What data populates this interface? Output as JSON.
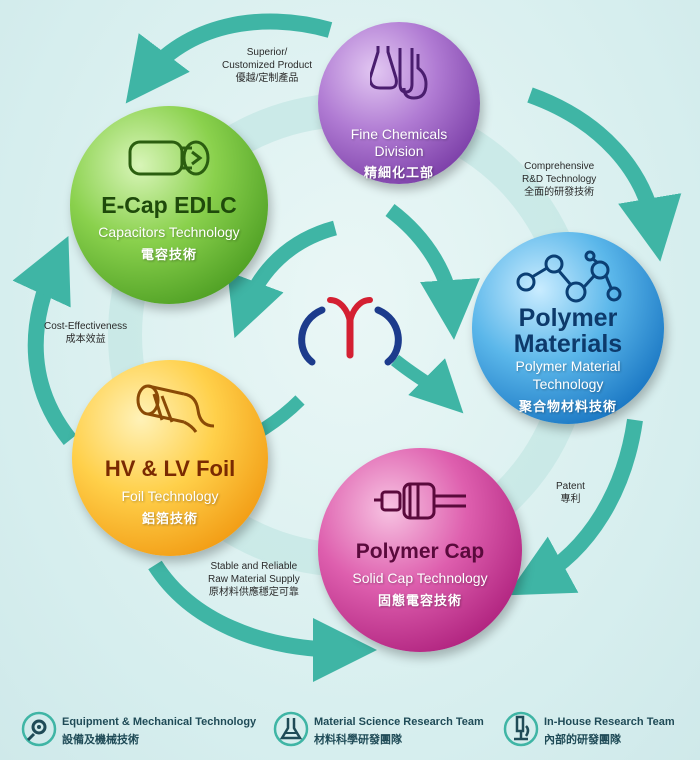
{
  "center": {
    "logo_name": "company-logo"
  },
  "nodes": {
    "fine_chemicals": {
      "line1": "Fine Chemicals",
      "line2": "Division",
      "zh": "精細化工部",
      "icon": "flask-icon",
      "color": "#8e55b8"
    },
    "polymer_materials": {
      "title_line1": "Polymer",
      "title_line2": "Materials",
      "sub_line1": "Polymer Material",
      "sub_line2": "Technology",
      "zh": "聚合物材料技術",
      "icon": "molecule-icon",
      "color": "#1f86d0"
    },
    "polymer_cap": {
      "title": "Polymer Cap",
      "sub": "Solid Cap Technology",
      "zh": "固態電容技術",
      "icon": "capacitor-icon",
      "color": "#c0308f"
    },
    "foil": {
      "title": "HV & LV Foil",
      "sub": "Foil Technology",
      "zh": "鋁箔技術",
      "icon": "foil-roll-icon",
      "color": "#f0a020"
    },
    "ecap": {
      "title": "E-Cap EDLC",
      "sub": "Capacitors Technology",
      "zh": "電容技術",
      "icon": "battery-icon",
      "color": "#62b62f"
    }
  },
  "annotations": {
    "superior": {
      "line1": "Superior/",
      "line2": "Customized Product",
      "zh": "優越/定制產品"
    },
    "comprehensive": {
      "line1": "Comprehensive",
      "line2": "R&D Technology",
      "zh": "全面的研發技術"
    },
    "cost": {
      "line1": "Cost-Effectiveness",
      "zh": "成本效益"
    },
    "patent": {
      "line1": "Patent",
      "zh": "專利"
    },
    "stable": {
      "line1": "Stable and Reliable",
      "line2": "Raw Material Supply",
      "zh": "原材料供應穩定可靠"
    }
  },
  "footer": [
    {
      "icon": "gear-wrench-icon",
      "en": "Equipment & Mechanical Technology",
      "zh": "設備及機械技術"
    },
    {
      "icon": "chemistry-icon",
      "en": "Material Science Research Team",
      "zh": "材料科學研發團隊"
    },
    {
      "icon": "microscope-icon",
      "en": "In-House Research Team",
      "zh": "內部的研發團隊"
    }
  ],
  "colors": {
    "arrow": "#3fb5a5",
    "ring": "#bfe3e2",
    "footer_text": "#1f4b57"
  }
}
